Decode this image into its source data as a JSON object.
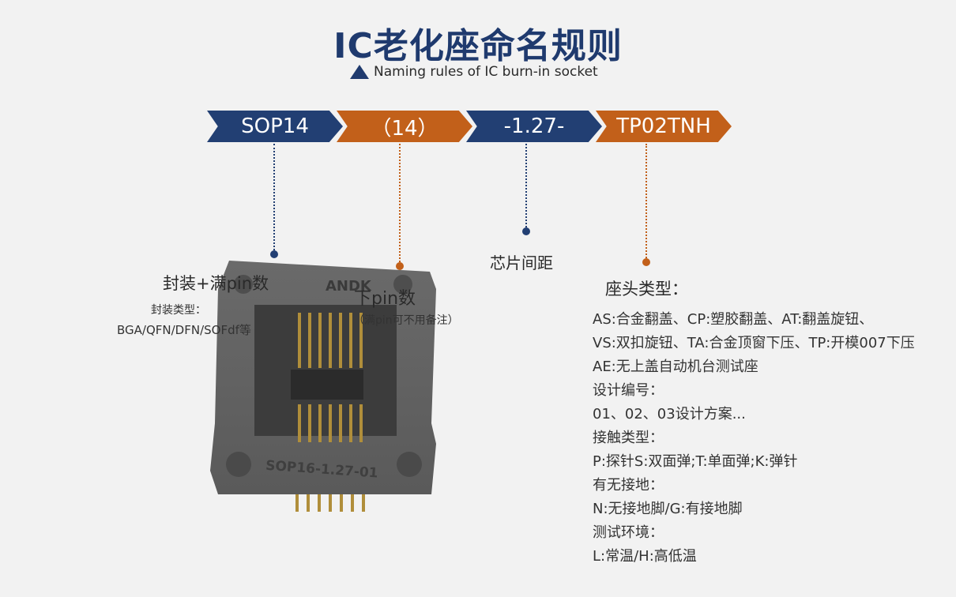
{
  "title": "IC老化座命名规则",
  "subtitle": "Naming rules of IC  burn-in socket",
  "segments": [
    "SOP14",
    "（14）",
    "-1.27-",
    "TP02TNH"
  ],
  "colors": {
    "blue": "#223f73",
    "orange": "#c2601a",
    "title": "#1f3a6e"
  },
  "labels": {
    "package": "封装+满pin数",
    "package_types_title": "封装类型：",
    "package_types": "BGA/QFN/DFN/SOFdf等",
    "down_pin": "下pin数",
    "down_pin_note": "（满pin可不用备注）",
    "pitch": "芯片间距",
    "head_type": "座头类型："
  },
  "socket_marking": "SOP16-1.27-01",
  "socket_brand": "ANDK",
  "details": [
    "AS:合金翻盖、CP:塑胶翻盖、AT:翻盖旋钮、",
    "VS:双扣旋钮、TA:合金顶窗下压、TP:开模007下压",
    "AE:无上盖自动机台测试座",
    "设计编号：",
    "01、02、03设计方案...",
    "接触类型：",
    "P:探针S:双面弹;T:单面弹;K:弹针",
    "有无接地：",
    "N:无接地脚/G:有接地脚",
    "测试环境：",
    "L:常温/H:高低温"
  ]
}
